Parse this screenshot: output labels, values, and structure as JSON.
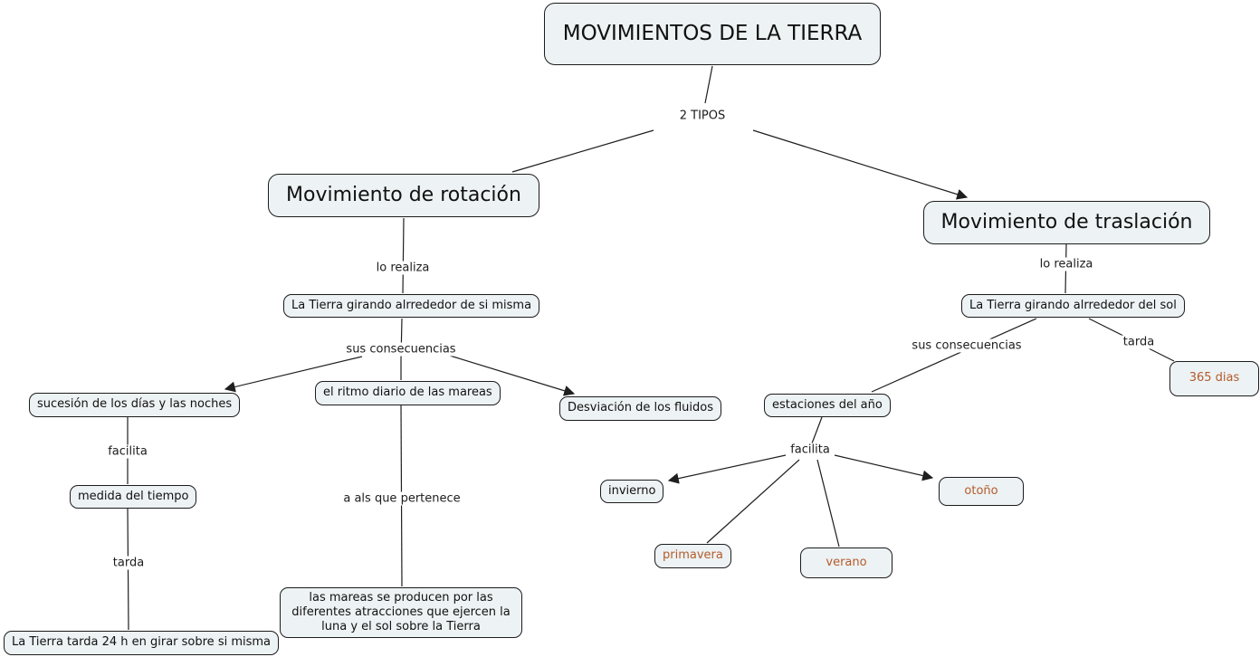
{
  "map_title": "MOVIMIENTOS DE LA TIERRA",
  "colors": {
    "node_fill": "#edf2f4",
    "node_border": "#1c1c1c",
    "line": "#1f1f1f",
    "text": "#111111",
    "accent_text": "#b35c2a",
    "background": "#ffffff"
  },
  "nodes": {
    "title": "MOVIMIENTOS DE LA TIERRA",
    "rotacion": "Movimiento de rotación",
    "traslacion": "Movimiento de traslación",
    "tierra_si_misma": "La Tierra girando alrrededor de si misma",
    "sucesion_dias": "sucesión de los días y las noches",
    "medida_tiempo": "medida del tiempo",
    "tarda_24h": "La Tierra tarda 24 h en girar sobre si misma",
    "ritmo_mareas": "el ritmo diario de las mareas",
    "mareas_explicacion": "las mareas se producen por las diferentes atracciones que ejercen la luna y el sol sobre la Tierra",
    "desviacion_fluidos": "Desviación de los fluidos",
    "tierra_sol": "La Tierra girando alrrededor del sol",
    "dias_365": "365 dias",
    "estaciones": "estaciones del año",
    "invierno": "invierno",
    "primavera": "primavera",
    "verano": "verano",
    "otono": "otoño"
  },
  "edge_labels": {
    "two_types": "2 TIPOS",
    "lo_realiza_left": "lo realiza",
    "sus_consecuencias_left": "sus consecuencias",
    "facilita_left": "facilita",
    "tarda_left": "tarda",
    "a_als_que_pertenece": "a als que pertenece",
    "lo_realiza_right": "lo realiza",
    "sus_consecuencias_right": "sus consecuencias",
    "tarda_right": "tarda",
    "facilita_right": "facilita"
  }
}
